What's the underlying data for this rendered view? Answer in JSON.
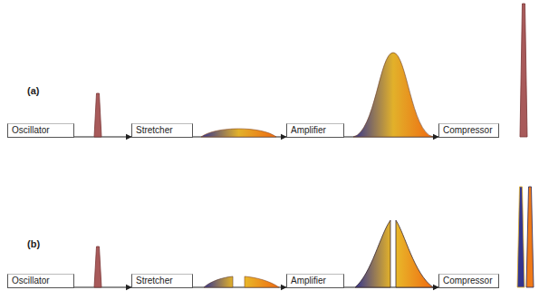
{
  "diagram": {
    "nodes": [
      {
        "text": [
          "Oscillator"
        ]
      },
      {
        "text": [
          "Stretcher"
        ]
      },
      {
        "text": [
          "Amplifier"
        ]
      },
      {
        "text": [
          "Compressor"
        ]
      },
      {
        "text": [
          "Oscillator"
        ]
      },
      {
        "text": [
          "Stretcher"
        ]
      },
      {
        "text": [
          "Amplifier"
        ]
      },
      {
        "text": [
          "Compressor"
        ]
      }
    ],
    "edges": [
      {
        "from": 0,
        "to": 1,
        "arrow": "to"
      },
      {
        "from": 1,
        "to": 2,
        "arrow": "to"
      },
      {
        "from": 2,
        "to": 3,
        "arrow": "to"
      },
      {
        "from": 4,
        "to": 5,
        "arrow": "to"
      },
      {
        "from": 5,
        "to": 6,
        "arrow": "to"
      },
      {
        "from": 6,
        "to": 7,
        "arrow": "to"
      }
    ],
    "labels": [
      "(a)",
      "(b)"
    ]
  }
}
